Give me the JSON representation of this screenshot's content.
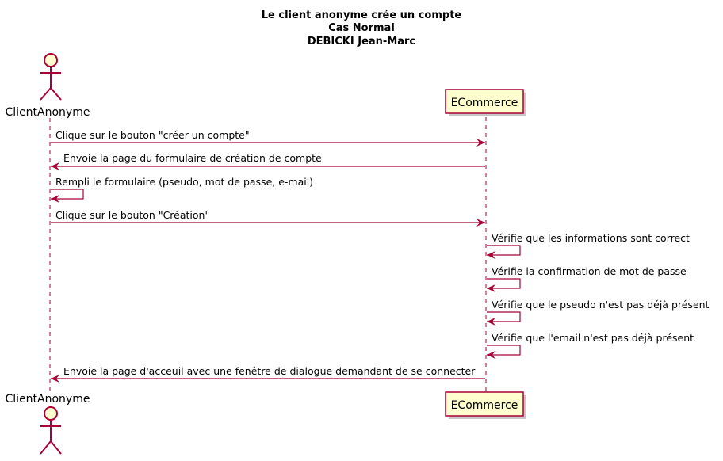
{
  "title_lines": [
    "Le client anonyme crée un compte",
    "Cas Normal",
    "DEBICKI Jean-Marc"
  ],
  "participants": {
    "actor": {
      "name": "ClientAnonyme",
      "kind": "actor"
    },
    "system": {
      "name": "ECommerce",
      "kind": "participant"
    }
  },
  "messages": [
    {
      "from": "actor",
      "to": "system",
      "text": "Clique sur le bouton \"créer un compte\""
    },
    {
      "from": "system",
      "to": "actor",
      "text": "Envoie la page du formulaire de création de compte"
    },
    {
      "from": "actor",
      "to": "actor",
      "text": "Rempli le formulaire (pseudo, mot de passe, e-mail)"
    },
    {
      "from": "actor",
      "to": "system",
      "text": "Clique sur le bouton \"Création\""
    },
    {
      "from": "system",
      "to": "system",
      "text": "Vérifie que les informations sont correct"
    },
    {
      "from": "system",
      "to": "system",
      "text": "Vérifie la confirmation de mot de passe"
    },
    {
      "from": "system",
      "to": "system",
      "text": "Vérifie que le pseudo n'est pas déjà présent"
    },
    {
      "from": "system",
      "to": "system",
      "text": "Vérifie que l'email n'est pas déjà présent"
    },
    {
      "from": "system",
      "to": "actor",
      "text": "Envoie la page d'acceuil avec une fenêtre de dialogue demandant de se connecter"
    }
  ],
  "colors": {
    "line": "#A80036",
    "actor_fill": "#FEFECE",
    "box_fill": "#FEFECE",
    "shadow": "#c8c8c8"
  }
}
